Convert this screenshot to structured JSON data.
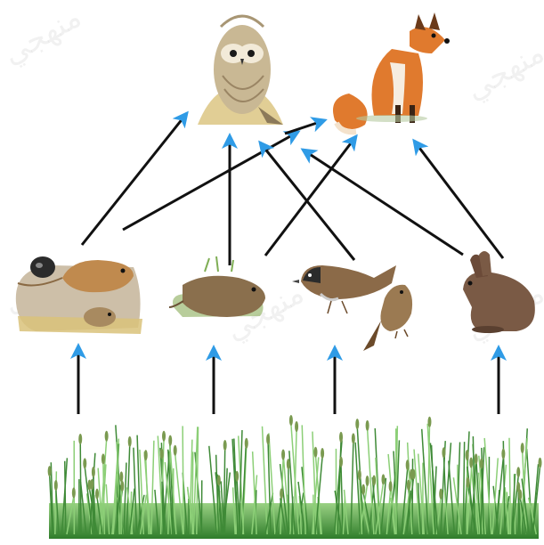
{
  "diagram": {
    "kind": "food-web",
    "watermark_text": "منهجي",
    "colors": {
      "arrow_head_blue": "#2f9be6",
      "arrow_line": "#111111",
      "grass_dark": "#2f7d2a",
      "grass_light": "#7fc46a",
      "owl_body": "#b8a888",
      "fox_body": "#e07a2e",
      "rodent_body": "#b88a55",
      "vole_body": "#8a6f4d",
      "sparrow_body": "#8b6a48",
      "rabbit_body": "#7a5a45"
    },
    "nodes": [
      {
        "id": "owl",
        "icon": "owl-icon"
      },
      {
        "id": "fox",
        "icon": "fox-icon"
      },
      {
        "id": "rodents",
        "icon": "rodents-icon"
      },
      {
        "id": "vole",
        "icon": "vole-icon"
      },
      {
        "id": "sparrows",
        "icon": "sparrow-icon"
      },
      {
        "id": "rabbit",
        "icon": "rabbit-icon"
      },
      {
        "id": "grass",
        "icon": "grass-icon"
      }
    ],
    "edges": [
      {
        "from": "rodents",
        "to": "owl"
      },
      {
        "from": "rodents",
        "to": "fox"
      },
      {
        "from": "vole",
        "to": "owl"
      },
      {
        "from": "sparrows",
        "to": "owl"
      },
      {
        "from": "sparrows",
        "to": "fox"
      },
      {
        "from": "rabbit",
        "to": "owl"
      },
      {
        "from": "rabbit",
        "to": "fox"
      },
      {
        "from": "grass",
        "to": "rodents"
      },
      {
        "from": "grass",
        "to": "vole"
      },
      {
        "from": "grass",
        "to": "sparrows"
      },
      {
        "from": "grass",
        "to": "rabbit"
      }
    ]
  }
}
